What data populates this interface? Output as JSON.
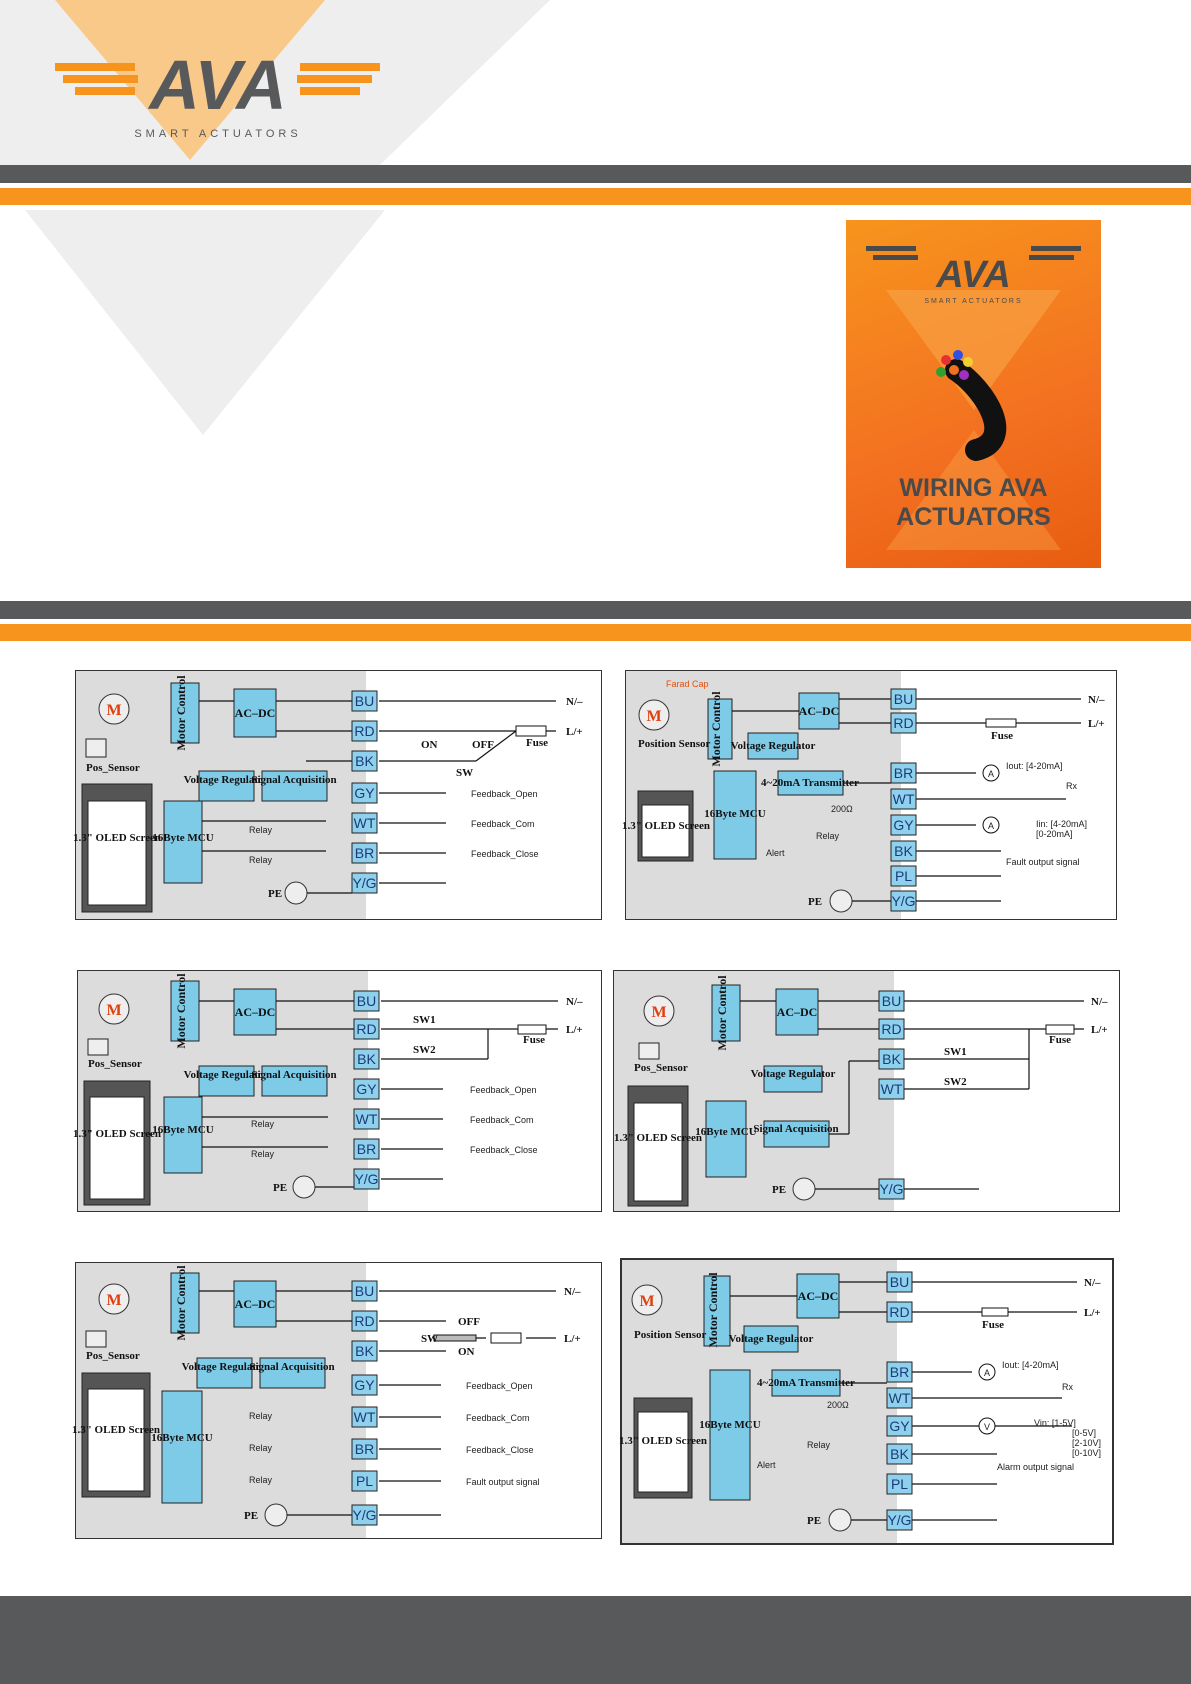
{
  "brand": {
    "logo_text": "AVA",
    "tagline": "SMART ACTUATORS",
    "colors": {
      "orange": "#f7941d",
      "grey": "#58595b",
      "diagram_blue": "#7ecbe8"
    }
  },
  "cover": {
    "logo_text": "AVA",
    "tagline": "SMART ACTUATORS",
    "title_line1": "WIRING AVA",
    "title_line2": "ACTUATORS",
    "icon": "cable-bundle-icon"
  },
  "diagrams": [
    {
      "motor": "M",
      "motor_control": "Motor Control",
      "acdc": "AC–DC",
      "pos_sensor": "Pos_Sensor",
      "voltage_regulator": "Voltage Regulator",
      "signal_acquisition": "Signal Acquisition",
      "mcu": "16Byte MCU",
      "screen": "1.3\" OLED Screen",
      "relay": "Relay",
      "pe": "PE",
      "terminals": [
        "BU",
        "RD",
        "BK",
        "GY",
        "WT",
        "BR",
        "Y/G"
      ],
      "power_labels": [
        "N/–",
        "L/+"
      ],
      "switch_labels": [
        "ON",
        "OFF",
        "SW"
      ],
      "fuse": "Fuse",
      "outputs": [
        "Feedback_Open",
        "Feedback_Com",
        "Feedback_Close"
      ]
    },
    {
      "farad_cap": "Farad Cap",
      "motor": "M",
      "motor_control": "Motor Control",
      "acdc": "AC–DC",
      "position_sensor": "Position Sensor",
      "voltage_regulator": "Voltage Regulator",
      "transmitter": "4~20mA Transmitter",
      "mcu": "16Byte MCU",
      "screen": "1.3\" OLED Screen",
      "relay": "Relay",
      "alert": "Alert",
      "resistor": "200Ω",
      "pe": "PE",
      "terminals": [
        "BU",
        "RD",
        "BR",
        "WT",
        "GY",
        "BK",
        "PL",
        "Y/G"
      ],
      "power_labels": [
        "N/–",
        "L/+"
      ],
      "fuse": "Fuse",
      "iout": "Iout: [4-20mA]",
      "rx": "Rx",
      "iin": "Iin: [4-20mA]",
      "iin2": "[0-20mA]",
      "ammeter": "A",
      "fault": "Fault output signal"
    },
    {
      "motor": "M",
      "motor_control": "Motor Control",
      "acdc": "AC–DC",
      "pos_sensor": "Pos_Sensor",
      "voltage_regulator": "Voltage Regulator",
      "signal_acquisition": "Signal Acquisition",
      "mcu": "16Byte MCU",
      "screen": "1.3\" OLED Screen",
      "relay": "Relay",
      "pe": "PE",
      "terminals": [
        "BU",
        "RD",
        "BK",
        "GY",
        "WT",
        "BR",
        "Y/G"
      ],
      "power_labels": [
        "N/–",
        "L/+"
      ],
      "switch_labels": [
        "SW1",
        "SW2"
      ],
      "fuse": "Fuse",
      "outputs": [
        "Feedback_Open",
        "Feedback_Com",
        "Feedback_Close"
      ]
    },
    {
      "motor": "M",
      "motor_control": "Motor Control",
      "acdc": "AC–DC",
      "pos_sensor": "Pos_Sensor",
      "voltage_regulator": "Voltage Regulator",
      "signal_acquisition": "Signal Acquisition",
      "mcu": "16Byte MCU",
      "screen": "1.3\" OLED Screen",
      "pe": "PE",
      "terminals": [
        "BU",
        "RD",
        "BK",
        "WT",
        "Y/G"
      ],
      "power_labels": [
        "N/–",
        "L/+"
      ],
      "switch_labels": [
        "SW1",
        "SW2"
      ],
      "fuse": "Fuse"
    },
    {
      "motor": "M",
      "motor_control": "Motor Control",
      "acdc": "AC–DC",
      "pos_sensor": "Pos_Sensor",
      "voltage_regulator": "Voltage Regulator",
      "signal_acquisition": "Signal Acquisition",
      "mcu": "16Byte MCU",
      "screen": "1.3\" OLED Screen",
      "relay": "Relay",
      "pe": "PE",
      "terminals": [
        "BU",
        "RD",
        "BK",
        "GY",
        "WT",
        "BR",
        "PL",
        "Y/G"
      ],
      "power_labels": [
        "N/–",
        "L/+"
      ],
      "switch_labels": [
        "OFF",
        "SW",
        "ON"
      ],
      "outputs": [
        "Feedback_Open",
        "Feedback_Com",
        "Feedback_Close",
        "Fault output signal"
      ]
    },
    {
      "motor": "M",
      "motor_control": "Motor Control",
      "acdc": "AC–DC",
      "position_sensor": "Position Sensor",
      "voltage_regulator": "Voltage Regulator",
      "transmitter": "4~20mA Transmitter",
      "mcu": "16Byte MCU",
      "screen": "1.3\" OLED Screen",
      "relay": "Relay",
      "alert": "Alert",
      "resistor": "200Ω",
      "pe": "PE",
      "terminals": [
        "BU",
        "RD",
        "BR",
        "WT",
        "GY",
        "BK",
        "PL",
        "Y/G"
      ],
      "power_labels": [
        "N/–",
        "L/+"
      ],
      "fuse": "Fuse",
      "iout": "Iout: [4-20mA]",
      "rx": "Rx",
      "voltmeter": "V",
      "ammeter": "A",
      "vin": [
        "Vin: [1-5V]",
        "[0-5V]",
        "[2-10V]",
        "[0-10V]"
      ],
      "alarm": "Alarm output signal"
    }
  ]
}
